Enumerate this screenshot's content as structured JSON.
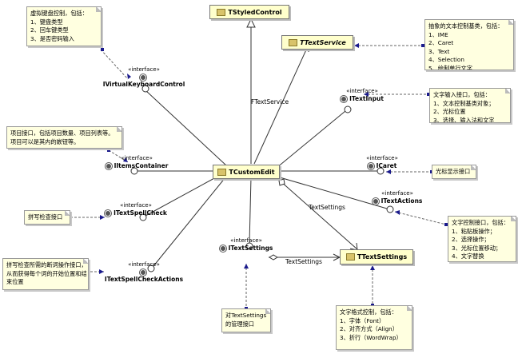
{
  "classes": {
    "tstyledcontrol": "TStyledControl",
    "ttextservice": "TTextService",
    "tcustomedit": "TCustomEdit",
    "ttextsettings": "TTextSettings"
  },
  "stereotype": "«interface»",
  "interfaces": {
    "ivirtualkeyboardcontrol": "IVirtualKeyboardControl",
    "itextinput": "ITextInput",
    "iitemscontainer": "IItemsContainer",
    "icaret": "ICaret",
    "itextactions": "ITextActions",
    "itextspellcheck": "ITextSpellCheck",
    "itextsettings": "ITextSettings",
    "itextspellcheckactions": "ITextSpellCheckActions"
  },
  "relations": {
    "ftextservice": "FTextService",
    "textsettings_a": "TextSettings",
    "textsettings_b": "TextSettings"
  },
  "notes": {
    "vkb": "虚拟键盘控制，包括：\n1、键盘类型\n2、回车键类型\n3、是否密码输入",
    "textservice": "抽象的文本控制基类，包括：\n1、IME\n2、Caret\n3、Text\n4、Selection\n5、绘制单行文字",
    "textinput": "文字输入接口，包括：\n1、文本控制基类对象；\n2、光标位置\n3、选择、输入法和文字",
    "items": "项目接口，包括项目数量、项目列表等。\n项目可以是其内的嵌钮等。",
    "caret": "光标显示接口",
    "actions": "文字控制接口，包括：\n1、粘贴板操作；\n2、选择操作；\n3、光标位置移动；\n4、文字替换",
    "spellcheck": "拼写检查接口",
    "spellcheckactions": "拼写检查所需的断词操作接口，\n从而获得每个词的开始位置和结\n束位置",
    "textsettingsintf": "对TextSettings\n的管理接口",
    "textsettings": "文字格式控制，包括：\n1、字体（Font）\n2、对齐方式（Align）\n3、折行（WordWrap）"
  },
  "colors": {
    "class_fill": "#ffffcc",
    "note_fill": "#ffffe0",
    "connector": "#1a1a8c",
    "line": "#333333"
  }
}
